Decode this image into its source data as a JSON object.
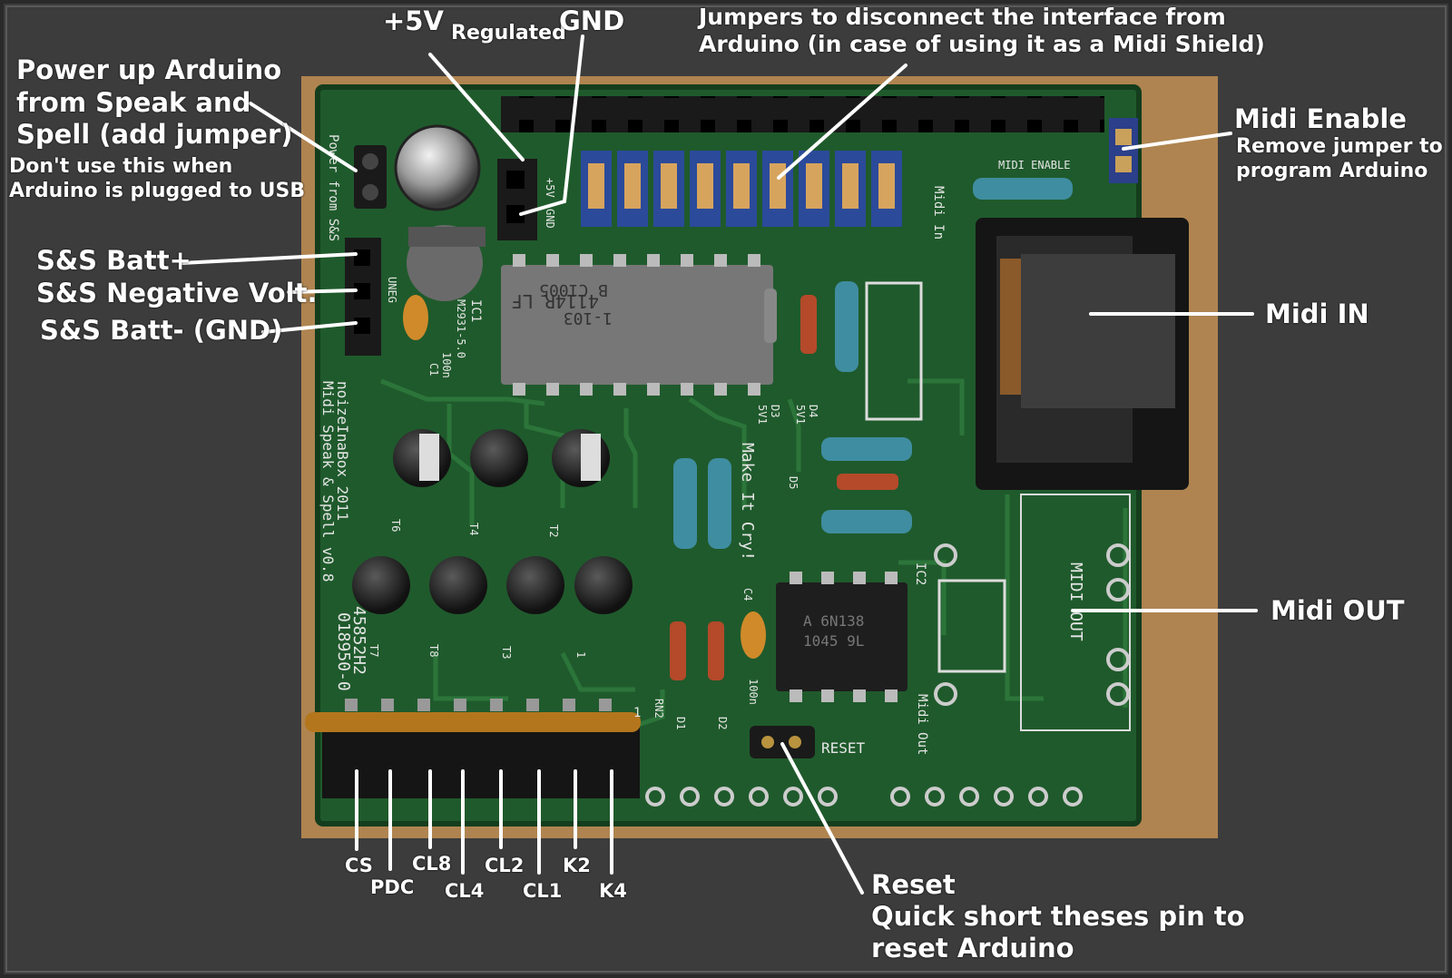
{
  "labels": {
    "plus5v": "+5V",
    "regulated": "Regulated",
    "gnd": "GND",
    "jumpers_line1": "Jumpers to disconnect the interface from",
    "jumpers_line2": "Arduino (in case of using it as a Midi Shield)",
    "power_line1": "Power up Arduino",
    "power_line2": "from Speak and",
    "power_line3": "Spell (add jumper)",
    "power_note1": "Don't use this  when",
    "power_note2": "Arduino is plugged to USB",
    "ss_batt_plus": "S&S Batt+",
    "ss_negative": "S&S Negative Volt.",
    "ss_batt_minus": "S&S Batt- (GND)",
    "midi_enable": "Midi Enable",
    "midi_enable_note1": "Remove jumper to",
    "midi_enable_note2": "program Arduino",
    "midi_in": "Midi IN",
    "midi_out": "Midi OUT",
    "reset_title": "Reset",
    "reset_line1": "Quick short theses pin to",
    "reset_line2": "reset Arduino"
  },
  "pins": [
    "CS",
    "PDC",
    "CL8",
    "CL4",
    "CL2",
    "CL1",
    "K2",
    "K4"
  ],
  "silkscreen": {
    "ic1_a": "4114R LF",
    "ic1_b": "1-103",
    "ic1_c": "B C1005",
    "ic1_label": "IC1",
    "ic1_part": "M2931-5.0",
    "ic2_label": "IC2",
    "ic2_a": "A 6N138",
    "ic2_b": "1045 9L",
    "vertical_1": "noizeInaBox 2011",
    "vertical_2": "Midi Speak & Spell v0.8",
    "vertical_3": "45852H2",
    "vertical_4": "018950-0",
    "make_it_cry": "Make It Cry!",
    "reset_silk": "RESET",
    "midi_in_silk": "Midi In",
    "midi_out_silk": "MIDI OUT",
    "midi_out_silk2": "Midi Out",
    "uneg": "UNEG",
    "c1": "C1",
    "c4": "C4",
    "d1": "D1",
    "d2": "D2",
    "d3": "D3",
    "d4": "D4",
    "d5": "D5",
    "rn2": "RN2",
    "zener_1": "5V1",
    "zener_2": "5V1",
    "power_from_ss": "Power from S&S",
    "p5v": "+5V",
    "gnd_silk": "GND",
    "c1_value": "100n",
    "c4_value": "100n",
    "midi_enable_silk": "MIDI ENABLE",
    "pin_one": "1",
    "t1": "1",
    "t2": "T2",
    "t3": "T3",
    "t4": "T4",
    "t6": "T6",
    "t7": "T7",
    "t8": "T8"
  },
  "colors": {
    "background": "#3c3c3c",
    "pcb": "#1f5a2c",
    "wood": "#c8975c",
    "annotation": "#ffffff"
  }
}
